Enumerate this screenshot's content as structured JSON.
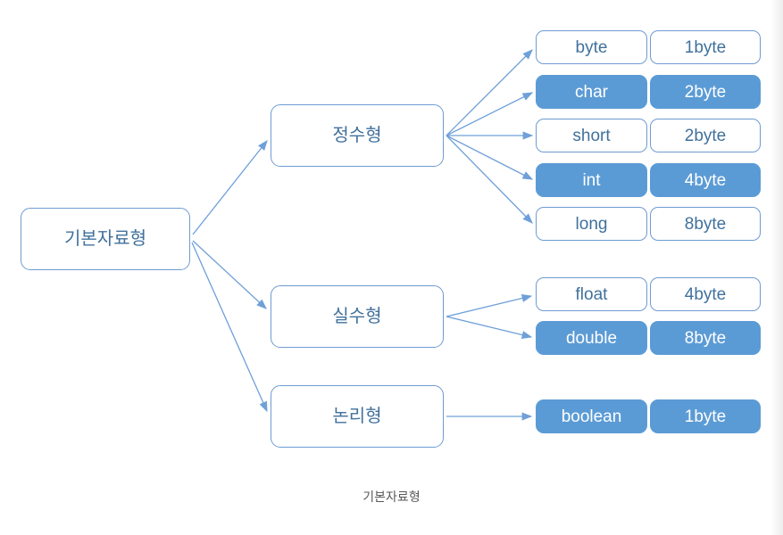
{
  "diagram": {
    "caption": "기본자료형",
    "root": {
      "label": "기본자료형"
    },
    "branches": [
      {
        "label": "정수형"
      },
      {
        "label": "실수형"
      },
      {
        "label": "논리형"
      }
    ],
    "leaves": [
      {
        "name": "byte",
        "size": "1byte",
        "highlighted": false
      },
      {
        "name": "char",
        "size": "2byte",
        "highlighted": true
      },
      {
        "name": "short",
        "size": "2byte",
        "highlighted": false
      },
      {
        "name": "int",
        "size": "4byte",
        "highlighted": true
      },
      {
        "name": "long",
        "size": "8byte",
        "highlighted": false
      },
      {
        "name": "float",
        "size": "4byte",
        "highlighted": false
      },
      {
        "name": "double",
        "size": "8byte",
        "highlighted": true
      },
      {
        "name": "boolean",
        "size": "1byte",
        "highlighted": true
      }
    ],
    "colors": {
      "highlight_fill": "#5b9bd5",
      "box_border": "#6e9bd2",
      "box_text": "#41719c",
      "highlight_text": "#ffffff",
      "arrow": "#6fa0d8",
      "caption_text": "#595959"
    }
  }
}
